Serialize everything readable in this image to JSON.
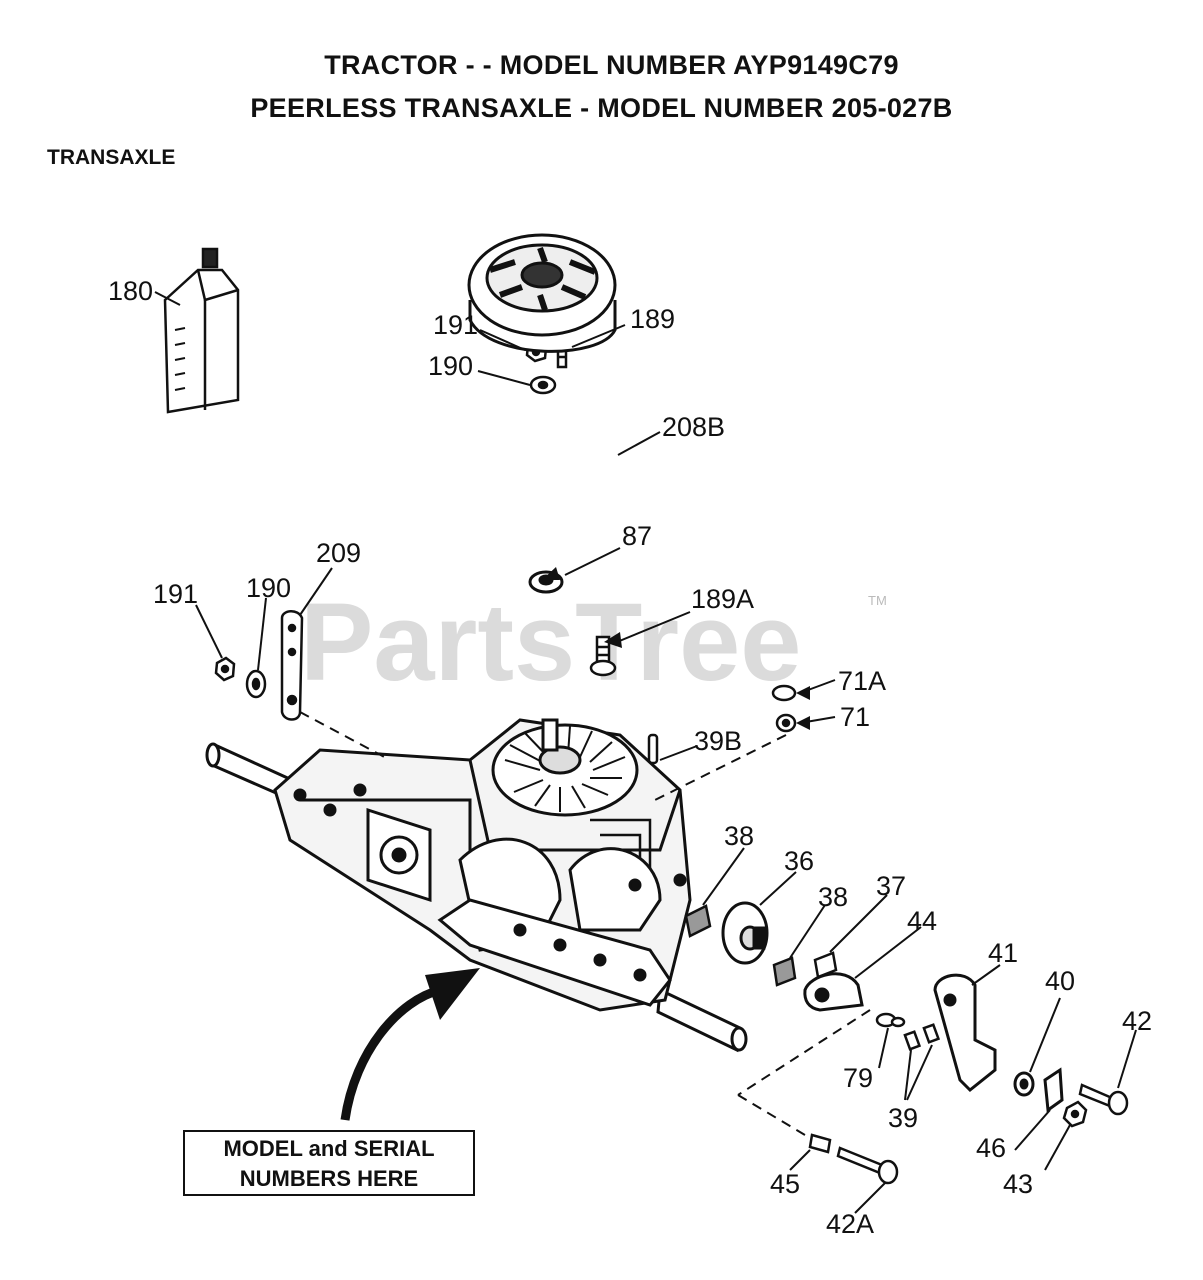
{
  "header": {
    "line1": "TRACTOR - - MODEL NUMBER AYP9149C79",
    "line2": "PEERLESS TRANSAXLE  - MODEL NUMBER 205-027B",
    "section": "TRANSAXLE"
  },
  "watermark": {
    "text": "PartsTree",
    "tm": "TM"
  },
  "callout": {
    "line1": "MODEL and SERIAL",
    "line2": "NUMBERS HERE"
  },
  "part_labels": {
    "p180": "180",
    "p191a": "191",
    "p189": "189",
    "p190a": "190",
    "p208b": "208B",
    "p87": "87",
    "p209": "209",
    "p191b": "191",
    "p190b": "190",
    "p189a": "189A",
    "p71a": "71A",
    "p71": "71",
    "p39b": "39B",
    "p38a": "38",
    "p36": "36",
    "p38b": "38",
    "p37": "37",
    "p44": "44",
    "p41": "41",
    "p40": "40",
    "p42": "42",
    "p79": "79",
    "p39": "39",
    "p46": "46",
    "p43": "43",
    "p45": "45",
    "p42a": "42A"
  },
  "icons": [
    "oil-bottle-icon",
    "pulley-icon",
    "transaxle-icon",
    "arrow-icon"
  ]
}
